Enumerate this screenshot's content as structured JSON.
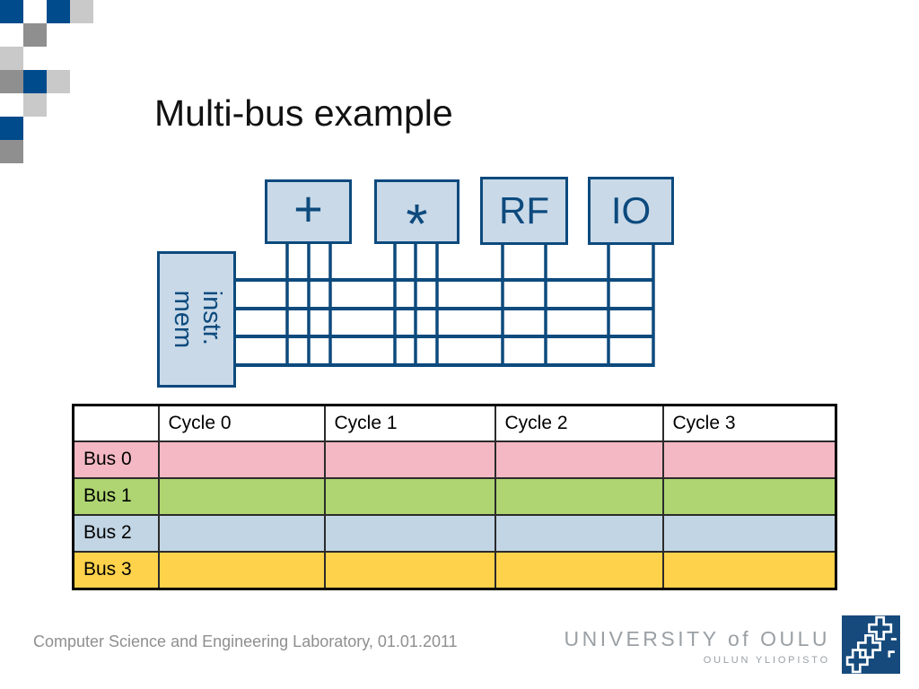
{
  "slide": {
    "title": "Multi-bus example",
    "footer": "Computer Science and Engineering Laboratory, 01.01.2011"
  },
  "diagram": {
    "units": [
      {
        "label": "+"
      },
      {
        "label": "*"
      },
      {
        "label": "RF"
      },
      {
        "label": "IO"
      }
    ],
    "memory": {
      "line1": "instr.",
      "line2": "mem"
    },
    "bus_count": 4,
    "colors": {
      "block_fill": "#c9d9e8",
      "wire": "#0d4a7d"
    }
  },
  "table": {
    "columns": [
      "",
      "Cycle 0",
      "Cycle 1",
      "Cycle 2",
      "Cycle 3"
    ],
    "rows": [
      {
        "label": "Bus 0",
        "color": "#f3b8c3",
        "cells": [
          "",
          "",
          "",
          ""
        ]
      },
      {
        "label": "Bus 1",
        "color": "#aed571",
        "cells": [
          "",
          "",
          "",
          ""
        ]
      },
      {
        "label": "Bus 2",
        "color": "#c2d5e4",
        "cells": [
          "",
          "",
          "",
          ""
        ]
      },
      {
        "label": "Bus 3",
        "color": "#fed24a",
        "cells": [
          "",
          "",
          "",
          ""
        ]
      }
    ]
  },
  "logo": {
    "line1": "UNIVERSITY of OULU",
    "line2": "OULUN YLIOPISTO",
    "square_color": "#164a7c"
  },
  "deco_colors": {
    "dark_blue": "#004b8c",
    "mid_gray": "#8f8f8f",
    "light_gray": "#c9c9c9"
  }
}
